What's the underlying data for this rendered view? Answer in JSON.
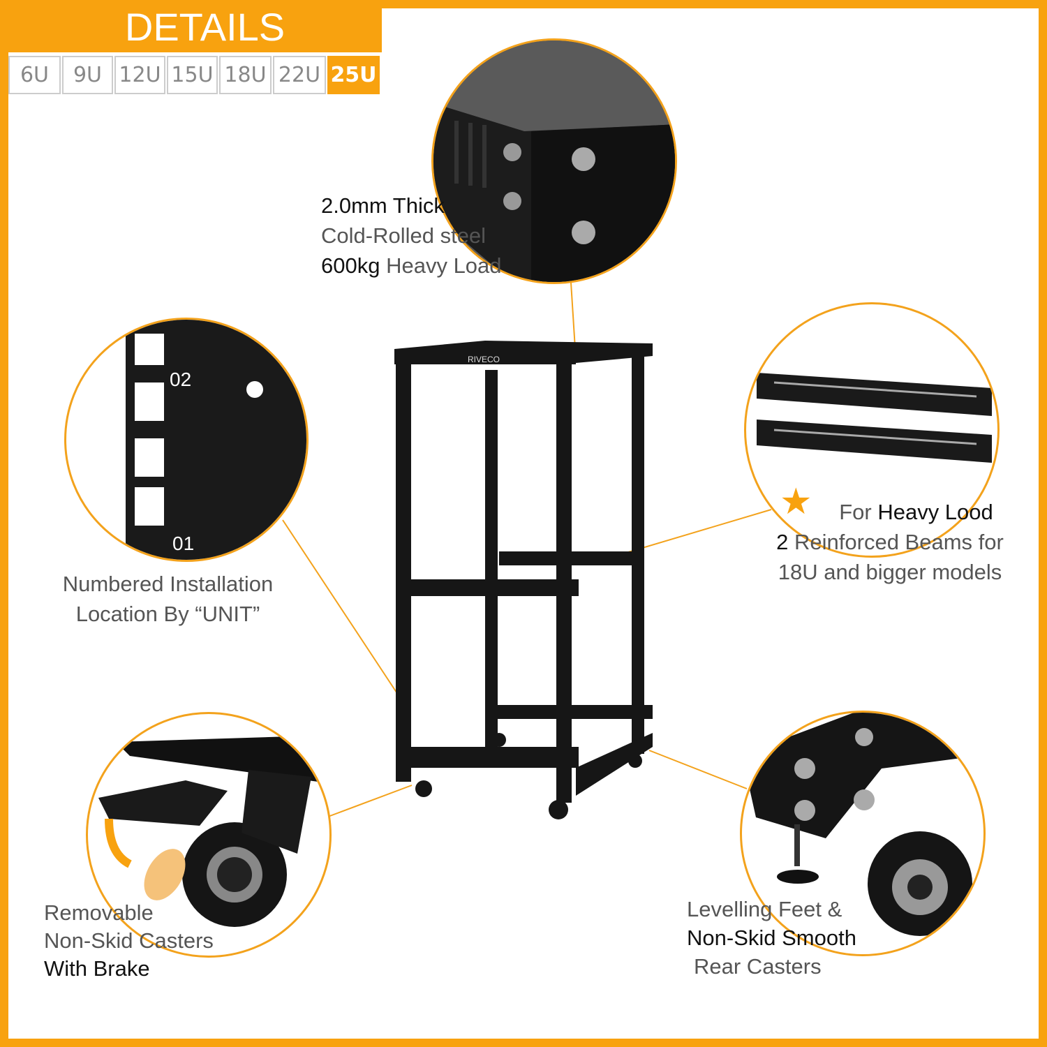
{
  "header": {
    "title": "DETAILS"
  },
  "tabs": [
    {
      "label": "6U"
    },
    {
      "label": "9U"
    },
    {
      "label": "12U"
    },
    {
      "label": "15U"
    },
    {
      "label": "18U"
    },
    {
      "label": "22U"
    },
    {
      "label": "25U",
      "active": true
    }
  ],
  "callouts": {
    "steel": {
      "l1": "2.0mm Thick",
      "l2": "Cold-Rolled steel",
      "l3a": "600kg",
      "l3b": " Heavy Load"
    },
    "unit": {
      "l1": "Numbered Installation",
      "l2": "Location By “UNIT”",
      "n1": "02",
      "n2": "01"
    },
    "beams": {
      "l1a": "For ",
      "l1b": "Heavy Lood",
      "l2a": "2",
      "l2b": " Reinforced Beams for",
      "l3": "18U and bigger models"
    },
    "casters": {
      "l1": "Removable",
      "l2": "Non-Skid Casters",
      "l3": "With Brake"
    },
    "feet": {
      "l1": "Levelling Feet &",
      "l2": "Non-Skid Smooth",
      "l3": "Rear Casters"
    }
  },
  "brand": "RIVECO",
  "colors": {
    "accent": "#f8a20f",
    "metal": "#1a1a1a"
  }
}
